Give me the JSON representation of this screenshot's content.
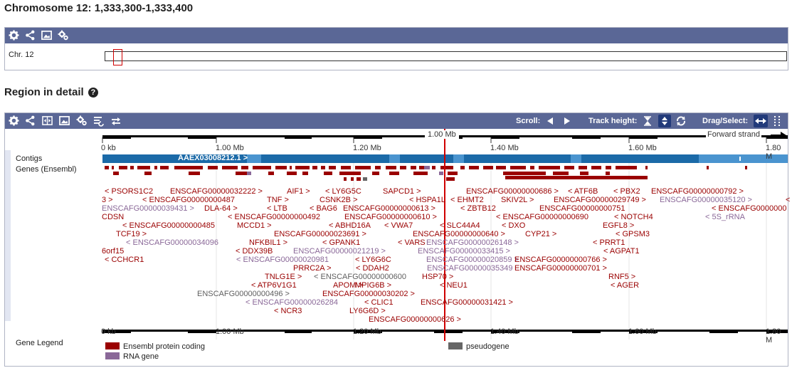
{
  "page_title": "Chromosome 12: 1,333,300-1,333,400",
  "overview": {
    "chr_label": "Chr. 12",
    "icons": [
      "gear-icon",
      "share-icon",
      "image-icon",
      "config-icon"
    ]
  },
  "region": {
    "title": "Region in detail",
    "help_icon": "?",
    "toolbar_icons": [
      "gear-icon",
      "share-icon",
      "resize-icon",
      "image-icon",
      "config-icon",
      "tracks-icon",
      "swap-icon"
    ],
    "scroll_label": "Scroll:",
    "track_height_label": "Track height:",
    "drag_select_label": "Drag/Select:",
    "scale_center": "1.00 Mb",
    "strand_label": "Forward strand",
    "ticks": [
      "0 kb",
      "1.00 Mb",
      "1.20 Mb",
      "1.40 Mb",
      "1.60 Mb",
      "1.80 M"
    ],
    "track_labels": {
      "contigs": "Contigs",
      "genes": "Genes (Ensembl)",
      "legend": "Gene Legend"
    },
    "contig_label": "AAEX03008212.1 >",
    "genes": [
      {
        "t": "< PSORS1C2",
        "k": "p"
      },
      {
        "t": "ENSCAFG00000032222 >",
        "k": "p"
      },
      {
        "t": "AIF1 >",
        "k": "p"
      },
      {
        "t": "< LY6G5C",
        "k": "p"
      },
      {
        "t": "SAPCD1 >",
        "k": "p"
      },
      {
        "t": "ENSCAFG00000000686 >",
        "k": "p"
      },
      {
        "t": "< ATF6B",
        "k": "p"
      },
      {
        "t": "< PBX2",
        "k": "p"
      },
      {
        "t": "ENSCAFG00000000792 >",
        "k": "p"
      },
      {
        "t": "3 >",
        "k": "p"
      },
      {
        "t": "< ENSCAFG00000000487",
        "k": "p"
      },
      {
        "t": "TNF >",
        "k": "p"
      },
      {
        "t": "CSNK2B >",
        "k": "p"
      },
      {
        "t": "< HSPA1L",
        "k": "p"
      },
      {
        "t": "< EHMT2",
        "k": "p"
      },
      {
        "t": "SKIV2L >",
        "k": "p"
      },
      {
        "t": "ENSCAFG00000029749 >",
        "k": "p"
      },
      {
        "t": "ENSCAFG00000035120 >",
        "k": "r"
      },
      {
        "t": "<",
        "k": "p"
      },
      {
        "t": "ENSCAFG00000039431 >",
        "k": "r"
      },
      {
        "t": "DLA-64 >",
        "k": "p"
      },
      {
        "t": "< LTB",
        "k": "p"
      },
      {
        "t": "< BAG6",
        "k": "p"
      },
      {
        "t": "ENSCAFG00000000613 >",
        "k": "p"
      },
      {
        "t": "< ZBTB12",
        "k": "p"
      },
      {
        "t": "ENSCAFG00000000751",
        "k": "p"
      },
      {
        "t": "< ENSCAFG0000000",
        "k": "p"
      },
      {
        "t": "CDSN",
        "k": "p"
      },
      {
        "t": "< ENSCAFG00000000492",
        "k": "p"
      },
      {
        "t": "ENSCAFG00000000610 >",
        "k": "p"
      },
      {
        "t": "< ENSCAFG00000000690",
        "k": "p"
      },
      {
        "t": "< NOTCH4",
        "k": "p"
      },
      {
        "t": "< 5S_rRNA",
        "k": "r"
      },
      {
        "t": "< ENSCAFG00000000485",
        "k": "p"
      },
      {
        "t": "MCCD1 >",
        "k": "p"
      },
      {
        "t": "< ABHD16A",
        "k": "p"
      },
      {
        "t": "< VWA7",
        "k": "p"
      },
      {
        "t": "< SLC44A4",
        "k": "p"
      },
      {
        "t": "< DXO",
        "k": "p"
      },
      {
        "t": "EGFL8 >",
        "k": "p"
      },
      {
        "t": "TCF19 >",
        "k": "p"
      },
      {
        "t": "ENSCAFG00000023691 >",
        "k": "p"
      },
      {
        "t": "ENSCAFG00000000640 >",
        "k": "p"
      },
      {
        "t": "CYP21 >",
        "k": "p"
      },
      {
        "t": "< GPSM3",
        "k": "p"
      },
      {
        "t": "< ENSCAFG00000034096",
        "k": "r"
      },
      {
        "t": "NFKBIL1 >",
        "k": "p"
      },
      {
        "t": "< GPANK1",
        "k": "p"
      },
      {
        "t": "< VARS",
        "k": "p"
      },
      {
        "t": "ENSCAFG00000026148 >",
        "k": "r"
      },
      {
        "t": "< PRRT1",
        "k": "p"
      },
      {
        "t": "6orf15",
        "k": "p"
      },
      {
        "t": "< DDX39B",
        "k": "p"
      },
      {
        "t": "ENSCAFG00000021219 >",
        "k": "r"
      },
      {
        "t": "ENSCAFG00000033415 >",
        "k": "r"
      },
      {
        "t": "< AGPAT1",
        "k": "p"
      },
      {
        "t": "< CCHCR1",
        "k": "p"
      },
      {
        "t": "< ENSCAFG00000020981",
        "k": "r"
      },
      {
        "t": "< LY6G6C",
        "k": "p"
      },
      {
        "t": "ENSCAFG00000020859 >",
        "k": "r"
      },
      {
        "t": "ENSCAFG00000000766 >",
        "k": "p"
      },
      {
        "t": "PRRC2A >",
        "k": "p"
      },
      {
        "t": "< DDAH2",
        "k": "p"
      },
      {
        "t": "ENSCAFG00000035349",
        "k": "r"
      },
      {
        "t": "ENSCAFG00000000701 >",
        "k": "p"
      },
      {
        "t": "TNLG1E >",
        "k": "p"
      },
      {
        "t": "< ENSCAFG00000000600",
        "k": "s"
      },
      {
        "t": "HSP70 >",
        "k": "p"
      },
      {
        "t": "RNF5 >",
        "k": "p"
      },
      {
        "t": "< ATP6V1G1",
        "k": "p"
      },
      {
        "t": "APOM >",
        "k": "p"
      },
      {
        "t": "MPIG6B >",
        "k": "p"
      },
      {
        "t": "< NEU1",
        "k": "p"
      },
      {
        "t": "< AGER",
        "k": "p"
      },
      {
        "t": "ENSCAFG00000000496 >",
        "k": "s"
      },
      {
        "t": "ENSCAFG00000030202 >",
        "k": "p"
      },
      {
        "t": "< ENSCAFG00000026284",
        "k": "r"
      },
      {
        "t": "< CLIC1",
        "k": "p"
      },
      {
        "t": "ENSCAFG00000031421 >",
        "k": "p"
      },
      {
        "t": "< NCR3",
        "k": "p"
      },
      {
        "t": "LY6G6D >",
        "k": "p"
      },
      {
        "t": "ENSCAFG00000000626 >",
        "k": "p"
      }
    ],
    "legend": [
      {
        "label": "Ensembl protein coding",
        "color": "#9a0000"
      },
      {
        "label": "pseudogene",
        "color": "#666666"
      },
      {
        "label": "RNA gene",
        "color": "#8a6898"
      }
    ]
  },
  "colors": {
    "toolbar": "#5a6796",
    "gene_coding": "#9a0000",
    "rna": "#8a6898",
    "pseudo": "#5f5f5f",
    "contig": "#1b6aa8",
    "cursor": "#d00000"
  }
}
